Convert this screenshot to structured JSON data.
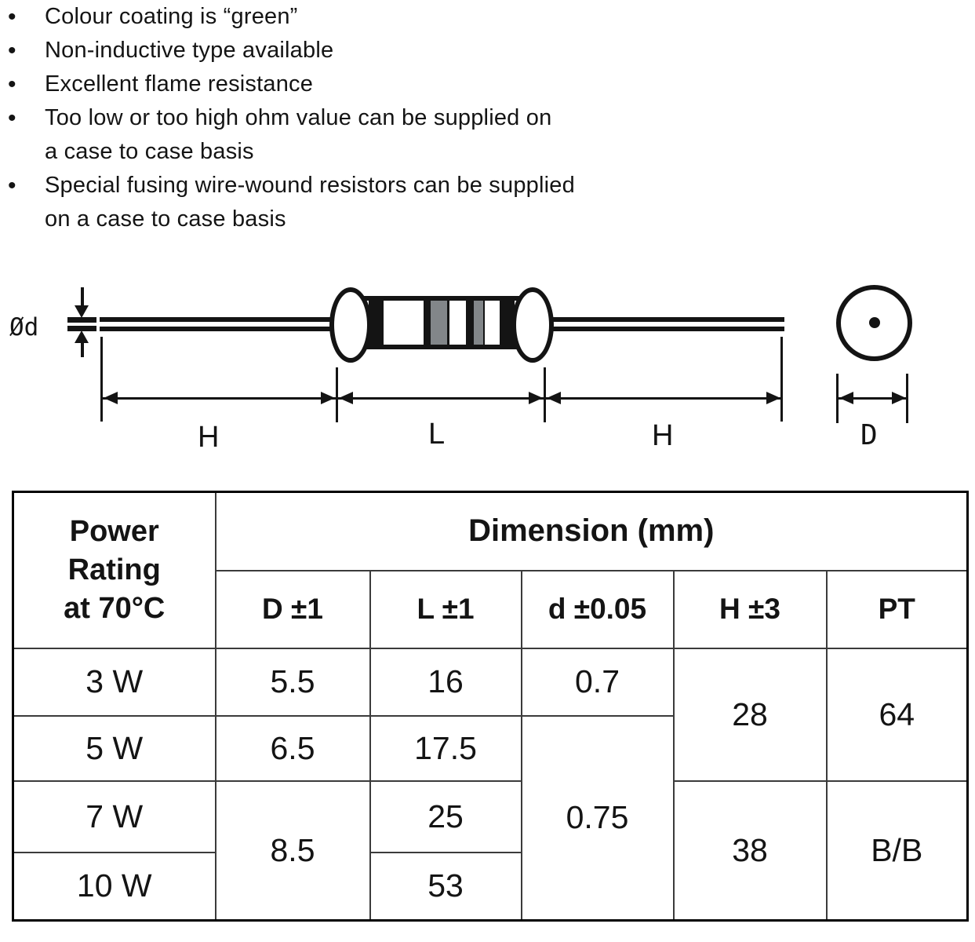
{
  "bullets": [
    "Colour coating is “green”",
    "Non-inductive type available",
    "Excellent flame resistance",
    "Too low or too high ohm value can be supplied on\na case to case basis",
    "Special fusing wire-wound resistors can be supplied\non a case to case basis"
  ],
  "diagram": {
    "lead_diameter_label": "Ød",
    "h_left_label": "H",
    "l_label": "L",
    "h_right_label": "H",
    "d_label": "D",
    "band_color": "#828689",
    "line_color": "#141414"
  },
  "table": {
    "power_rating_header": "Power\nRating\nat 70°C",
    "dimension_header": "Dimension (mm)",
    "col_headers": [
      "D ±1",
      "L ±1",
      "d ±0.05",
      "H ±3",
      "PT"
    ],
    "rows": [
      {
        "power": "3 W",
        "D": "5.5",
        "L": "16",
        "d": "0.7",
        "H": "28",
        "PT": "64"
      },
      {
        "power": "5 W",
        "D": "6.5",
        "L": "17.5",
        "d": "0.75"
      },
      {
        "power": "7 W",
        "D": "8.5",
        "L": "25",
        "H": "38",
        "PT": "B/B"
      },
      {
        "power": "10 W",
        "L": "53"
      }
    ]
  }
}
